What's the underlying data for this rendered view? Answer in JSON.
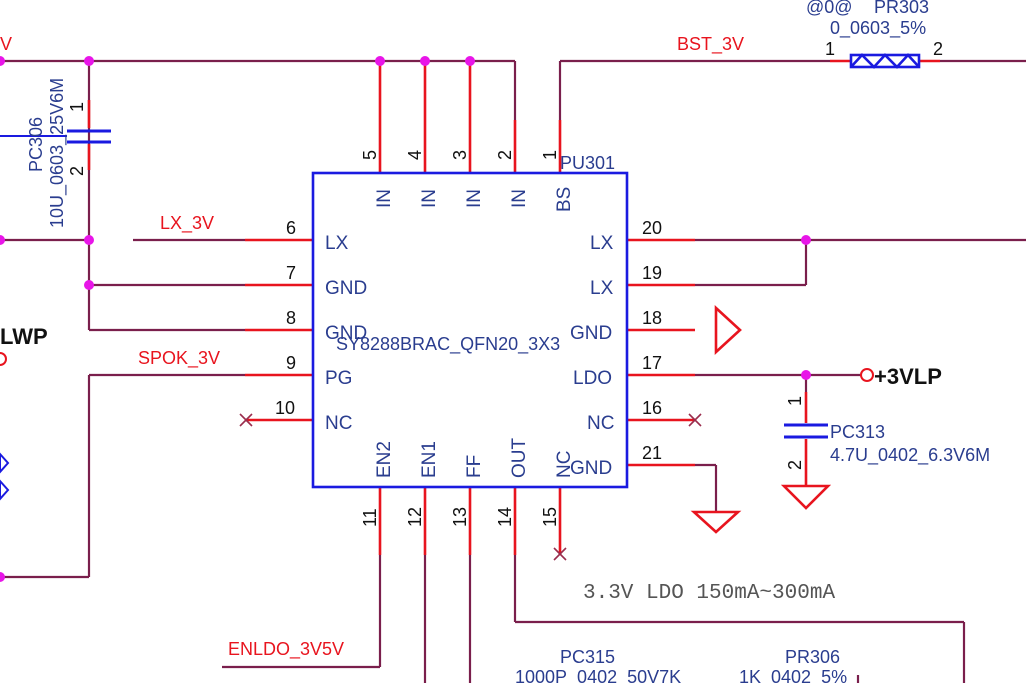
{
  "nets": {
    "bst": "BST_3V",
    "lx": "LX_3V",
    "spok": "SPOK_3V",
    "enldo": "ENLDO_3V5V",
    "left_partial_top": "V",
    "left_partial_mid": "LWP",
    "vlp": "+3VLP"
  },
  "ic": {
    "ref": "PU301",
    "part": "SY8288BRAC_QFN20_3X3",
    "top_pins": [
      {
        "num": "5",
        "name": "IN"
      },
      {
        "num": "4",
        "name": "IN"
      },
      {
        "num": "3",
        "name": "IN"
      },
      {
        "num": "2",
        "name": "IN"
      },
      {
        "num": "1",
        "name": "BS"
      }
    ],
    "left_pins": [
      {
        "num": "6",
        "name": "LX"
      },
      {
        "num": "7",
        "name": "GND"
      },
      {
        "num": "8",
        "name": "GND"
      },
      {
        "num": "9",
        "name": "PG"
      },
      {
        "num": "10",
        "name": "NC"
      }
    ],
    "right_pins": [
      {
        "num": "20",
        "name": "LX"
      },
      {
        "num": "19",
        "name": "LX"
      },
      {
        "num": "18",
        "name": "GND"
      },
      {
        "num": "17",
        "name": "LDO"
      },
      {
        "num": "16",
        "name": "NC"
      },
      {
        "num": "21",
        "name": "GND"
      }
    ],
    "bottom_pins": [
      {
        "num": "11",
        "name": "EN2"
      },
      {
        "num": "12",
        "name": "EN1"
      },
      {
        "num": "13",
        "name": "FF"
      },
      {
        "num": "14",
        "name": "OUT"
      },
      {
        "num": "15",
        "name": "NC"
      }
    ]
  },
  "components": {
    "pr303": {
      "ref": "PR303",
      "value": "0_0603_5%",
      "prefix": "@0@",
      "pin1": "1",
      "pin2": "2"
    },
    "pc306": {
      "ref": "PC306",
      "value": "10U_0603_25V6M",
      "pin1": "1",
      "pin2": "2"
    },
    "pc313": {
      "ref": "PC313",
      "value": "4.7U_0402_6.3V6M",
      "pin1": "1",
      "pin2": "2"
    },
    "pc315": {
      "ref": "PC315",
      "value": "1000P_0402_50V7K"
    },
    "pr306": {
      "ref": "PR306",
      "value": "1K_0402_5%"
    }
  },
  "note": "3.3V LDO 150mA~300mA",
  "colors": {
    "wire": "#7a1f4c",
    "pin": "#e8141e",
    "body": "#1a1ae0",
    "junction": "#e815e8",
    "text_blue": "#2a3d8f"
  }
}
